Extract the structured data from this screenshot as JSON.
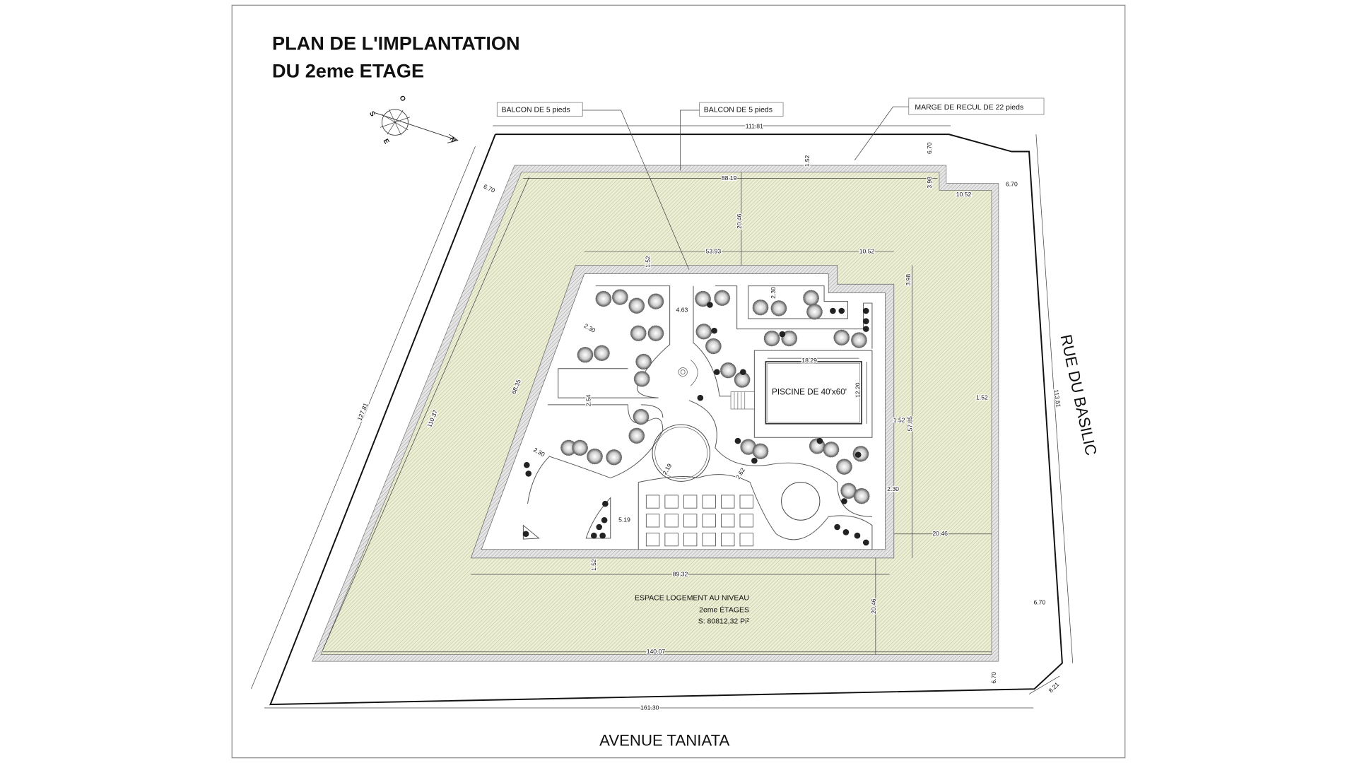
{
  "title": {
    "line1": "PLAN DE L'IMPLANTATION",
    "line2": "DU 2eme ETAGE"
  },
  "compass": {
    "north": "N",
    "south": "S",
    "east": "E",
    "west": "O"
  },
  "callouts": [
    "BALCON DE 5 pieds",
    "BALCON DE 5 pieds",
    "MARGE DE RECUL DE 22 pieds"
  ],
  "streets": {
    "right": "RUE DU BASILIC",
    "bottom": "AVENUE TANIATA"
  },
  "pool": {
    "label": "PISCINE DE 40'x60'"
  },
  "area_note": {
    "line1": "ESPACE LOGEMENT AU NIVEAU",
    "line2": "2eme ÉTAGES",
    "line3": "S: 80812,32 Pi²"
  },
  "dims": [
    "111.81",
    "6.70",
    "88.19",
    "1.52",
    "6.70",
    "3.98",
    "10.52",
    "6.70",
    "20.46",
    "53.93",
    "10.52",
    "1.52",
    "3.98",
    "4.63",
    "2.30",
    "2.30",
    "18.29",
    "12.20",
    "2.54",
    "1.52",
    "57.85",
    "1.52",
    "113.51",
    "127.81",
    "110.37",
    "68.35",
    "2.30",
    "2.19",
    "2.62",
    "2.30",
    "5.19",
    "20.46",
    "1.52",
    "89.32",
    "20.46",
    "6.70",
    "140.07",
    "6.70",
    "8.21",
    "161.30"
  ],
  "colors": {
    "setback_fill": "#e6e8cc",
    "band_fill": "#d6d6d6",
    "line": "#111111"
  }
}
